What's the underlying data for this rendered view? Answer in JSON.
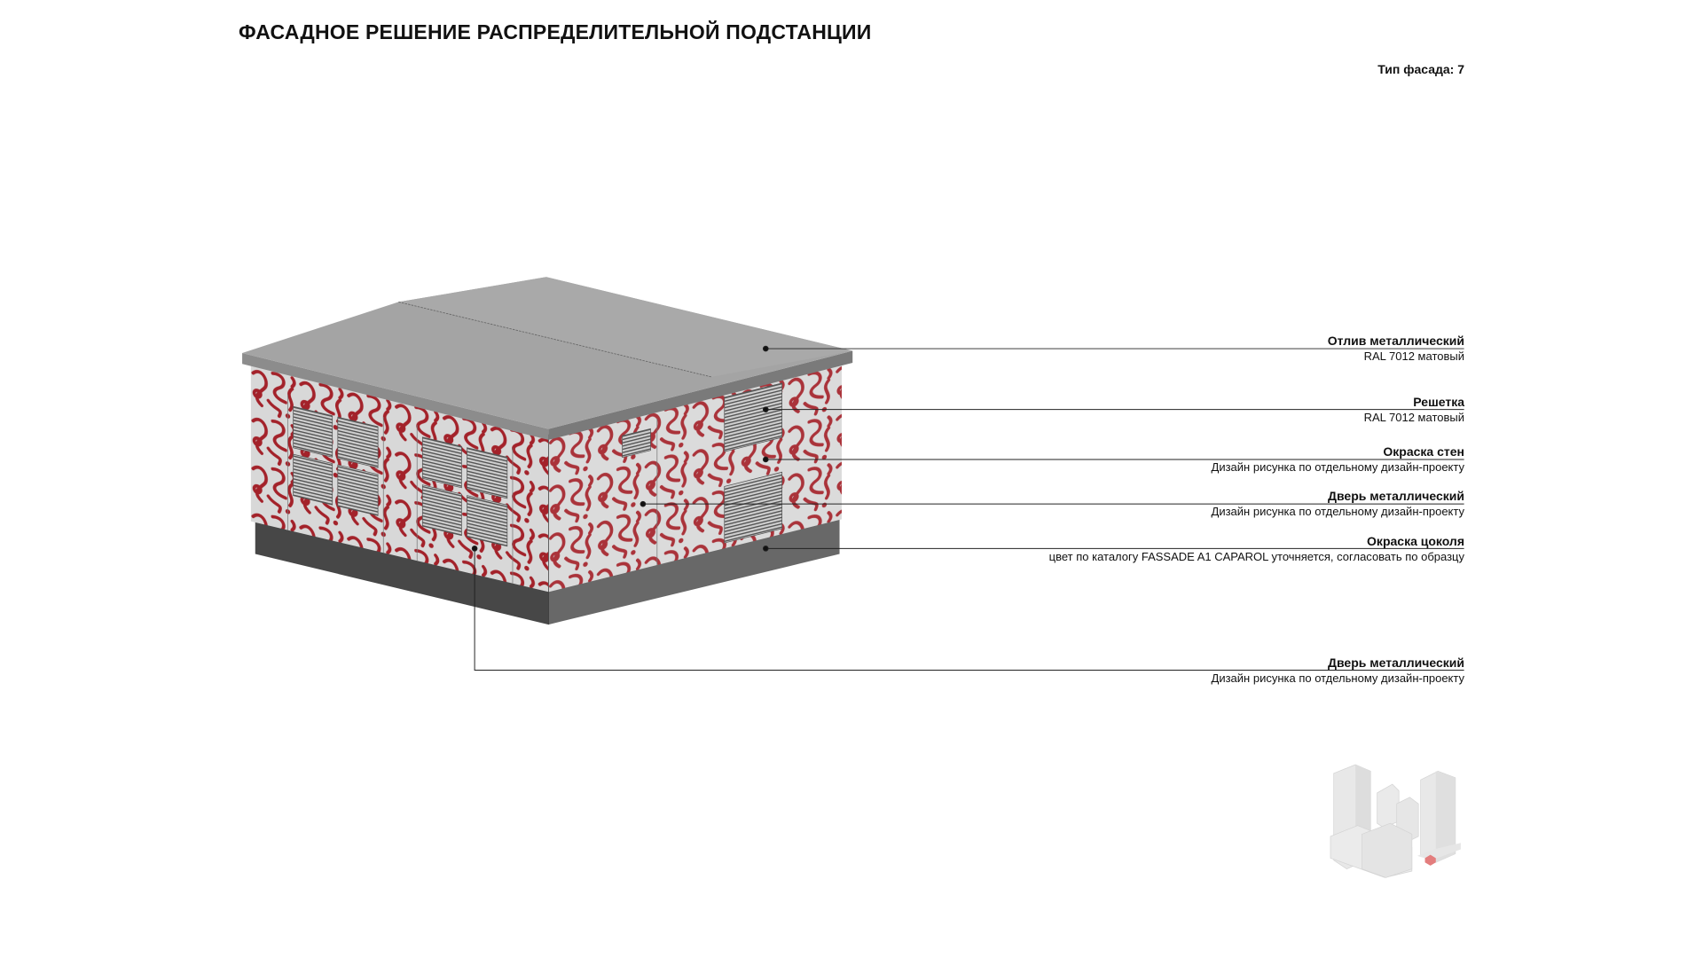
{
  "header": {
    "title": "ФАСАДНОЕ РЕШЕНИЕ РАСПРЕДЕЛИТЕЛЬНОЙ ПОДСТАНЦИИ",
    "facade_type": "Тип фасада: 7"
  },
  "callouts": [
    {
      "title": "Отлив металлический",
      "subtitle": "RAL 7012 матовый"
    },
    {
      "title": "Решетка",
      "subtitle": "RAL 7012 матовый"
    },
    {
      "title": "Окраска стен",
      "subtitle": "Дизайн рисунка по отдельному дизайн-проекту"
    },
    {
      "title": "Дверь металлический",
      "subtitle": "Дизайн рисунка по отдельному дизайн-проекту"
    },
    {
      "title": "Окраска цоколя",
      "subtitle": "цвет по каталогу FASSADE A1 CAPAROL уточняется, согласовать по образцу"
    },
    {
      "title": "Дверь металлический",
      "subtitle": "Дизайн рисунка по отдельному дизайн-проекту"
    }
  ],
  "colors": {
    "pattern_red": "#a3222a",
    "wall_base": "#d8d8d8",
    "roof": "#a4a4a4",
    "plinth_left": "#474747",
    "plinth_right": "#686868",
    "site_marker": "#e07070"
  }
}
